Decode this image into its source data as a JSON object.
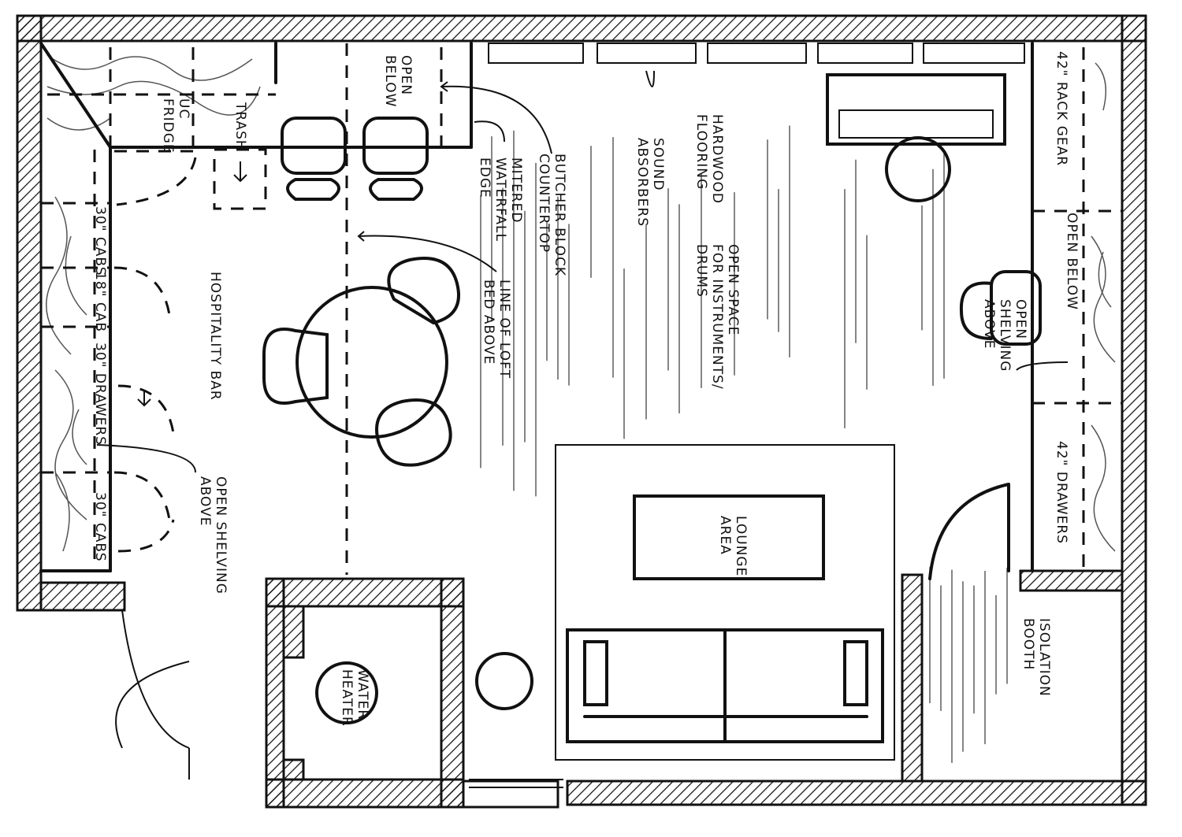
{
  "title": "Studio floor plan sketch",
  "labels": {
    "open_below_top": [
      "OPEN",
      "BELOW"
    ],
    "trash": "TRASH",
    "uc_fridge": [
      "UC",
      "FRIDGE"
    ],
    "mitered_edge": [
      "MITERED",
      "WATERFALL",
      "EDGE"
    ],
    "butcher_block": [
      "BUTCHER BLOCK",
      "COUNTERTOP"
    ],
    "sound_absorbers": [
      "SOUND",
      "ABSORBERS"
    ],
    "hardwood": [
      "HARDWOOD",
      "FLOORING"
    ],
    "open_space": [
      "OPEN SPACE",
      "FOR INSTRUMENTS/",
      "DRUMS"
    ],
    "loft_line": [
      "LINE OF LOFT",
      "BED ABOVE"
    ],
    "hospitality_bar": "HOSPITALITY BAR",
    "cab_30_top": "30\" CABS",
    "cab_18": "18\" CAB",
    "drawers_30": "30\" DRAWERS",
    "cab_30_bottom": "30\" CABS",
    "open_shelving_left": [
      "OPEN SHELVING",
      "ABOVE"
    ],
    "rack_gear": "42\" RACK GEAR",
    "open_below_right": "OPEN BELOW",
    "open_shelving_right": [
      "OPEN",
      "SHELVING",
      "ABOVE"
    ],
    "drawers_42": "42\" DRAWERS",
    "lounge_area": [
      "LOUNGE",
      "AREA"
    ],
    "water_heater": [
      "WATER",
      "HEATER"
    ],
    "isolation_booth": [
      "ISOLATION",
      "BOOTH"
    ]
  }
}
